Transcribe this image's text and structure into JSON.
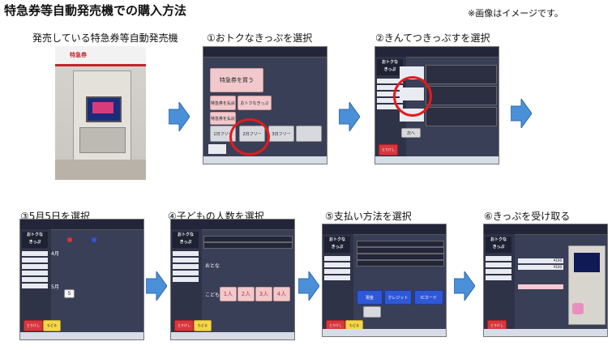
{
  "header": {
    "title": "特急券等自動発売機での購入方法",
    "note": "※画像はイメージです。"
  },
  "steps": [
    {
      "caption": "発売している特急券等自動発売機"
    },
    {
      "caption": "①おトクなきっぷを選択"
    },
    {
      "caption": "②きんてつきっぷすを選択"
    },
    {
      "caption": "③5月5日を選択"
    },
    {
      "caption": "④子どもの人数を選択"
    },
    {
      "caption": "⑤支払い方法を選択"
    },
    {
      "caption": "⑥きっぷを受け取る"
    }
  ],
  "machine_photo": {
    "sign_text": "特急券"
  },
  "screen1": {
    "main_button": "特急券を買う",
    "btn_a": "特急券を払戻",
    "btn_b": "おトクなきっぷ",
    "btn_c": "特急券を払戻",
    "btn_d": "1日フリー",
    "btn_e": "2日フリー",
    "btn_f": "3日フリー"
  },
  "screen2": {
    "next_label": "次へ"
  },
  "screen3": {
    "month_a": "4月",
    "month_b": "5月",
    "day_selected": "5"
  },
  "screen4": {
    "label_adult": "おとな",
    "label_child": "こども",
    "options": [
      "1人",
      "2人",
      "3人",
      "4人"
    ]
  },
  "screen5": {
    "pay_cash": "現金",
    "pay_credit": "クレジット",
    "pay_ic": "ICカード"
  },
  "screen6": {
    "row1_value": "¥100",
    "row2_value": "¥100"
  },
  "common": {
    "logo_line1": "おトクな",
    "logo_line2": "きっぷ",
    "cancel": "とりけし",
    "back": "もどる"
  },
  "colors": {
    "highlight": "#e51a1a",
    "arrow": "#4a90d9"
  }
}
